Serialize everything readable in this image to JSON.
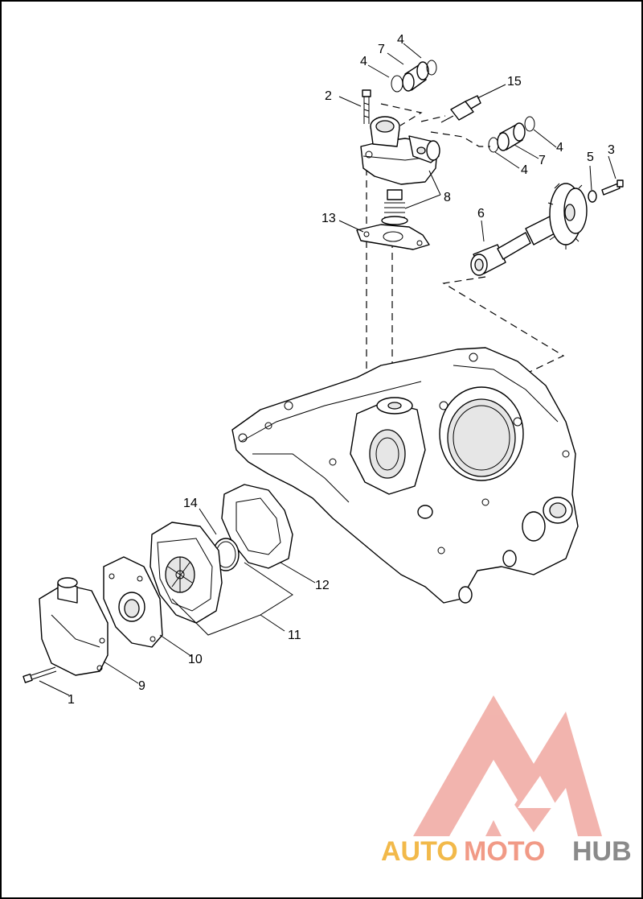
{
  "callouts": {
    "c1": "1",
    "c2": "2",
    "c3": "3",
    "c4a": "4",
    "c4b": "4",
    "c4c": "4",
    "c4d": "4",
    "c5": "5",
    "c6": "6",
    "c7a": "7",
    "c7b": "7",
    "c8": "8",
    "c9": "9",
    "c10": "10",
    "c11": "11",
    "c12": "12",
    "c13": "13",
    "c14": "14",
    "c15": "15"
  },
  "watermark": {
    "auto": "AUTO",
    "moto": "MOTO",
    "hub": "HUB",
    "colors": {
      "auto": "#f2b94a",
      "moto": "#f19a86",
      "hub": "#8a8a8a",
      "logo": "#f0a8a0"
    }
  }
}
